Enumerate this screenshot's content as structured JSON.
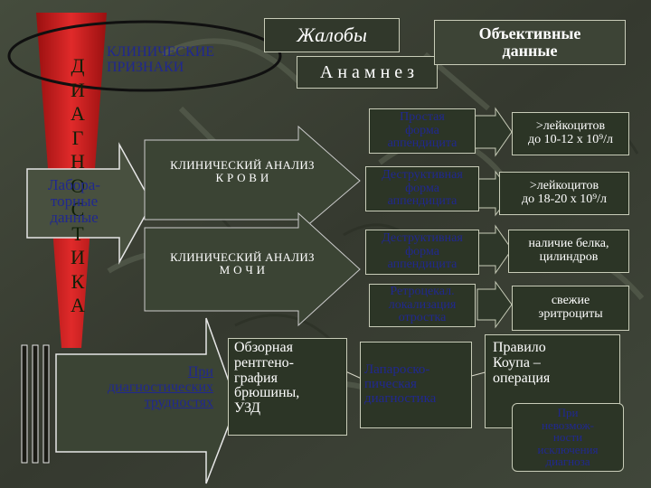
{
  "header": {
    "clinical_signs": "КЛИНИЧЕСКИЕ\nПРИЗНАКИ",
    "complaints": "Жалобы",
    "anamnesis": "А н а м н е з",
    "objective_data": "Объективные\nданные"
  },
  "diagnostics_letters": [
    "Д",
    "И",
    "А",
    "Г",
    "Н",
    "О",
    "С",
    "Т",
    "И",
    "К",
    "А"
  ],
  "lab_data": "Лабора-\nторные\nданные",
  "blood_analysis": "КЛИНИЧЕСКИЙ АНАЛИЗ\nК Р О В И",
  "urine_analysis": "КЛИНИЧЕСКИЙ АНАЛИЗ\nМ О Ч И",
  "difficulties_arrow": "При\nдиагностических\nтрудностях",
  "forms": [
    {
      "form": "Простая\nформа\nаппендицита",
      "finding": ">лейкоцитов\nдо 10-12 х 10⁹/л"
    },
    {
      "form": "Деструктивная\nформа\nаппендицита",
      "finding": ">лейкоцитов\nдо 18-20 х 10⁹/л"
    },
    {
      "form": "Деструктивная\nформа\nаппендицита",
      "finding": "наличие белка,\nцилиндров"
    },
    {
      "form": "Ретроцекал.\nлокализация\nотростка",
      "finding": "свежие\nэритроциты"
    }
  ],
  "xray_box": "Обзорная\nрентгено-\nграфия\nбрюшины,\nУЗД",
  "laparoscopy_box": "Лапароско-\nпическая\nдиагностика",
  "cope_rule": "Правило\nКоупа –\nоперация",
  "impossible_exclusion": "При\nневозмож-\nности\nисключения\nдиагноза",
  "colors": {
    "background": "#3a4034",
    "box_fill": "#2c3526",
    "blue_text": "#20288f",
    "red_triangle": "#c81818"
  }
}
